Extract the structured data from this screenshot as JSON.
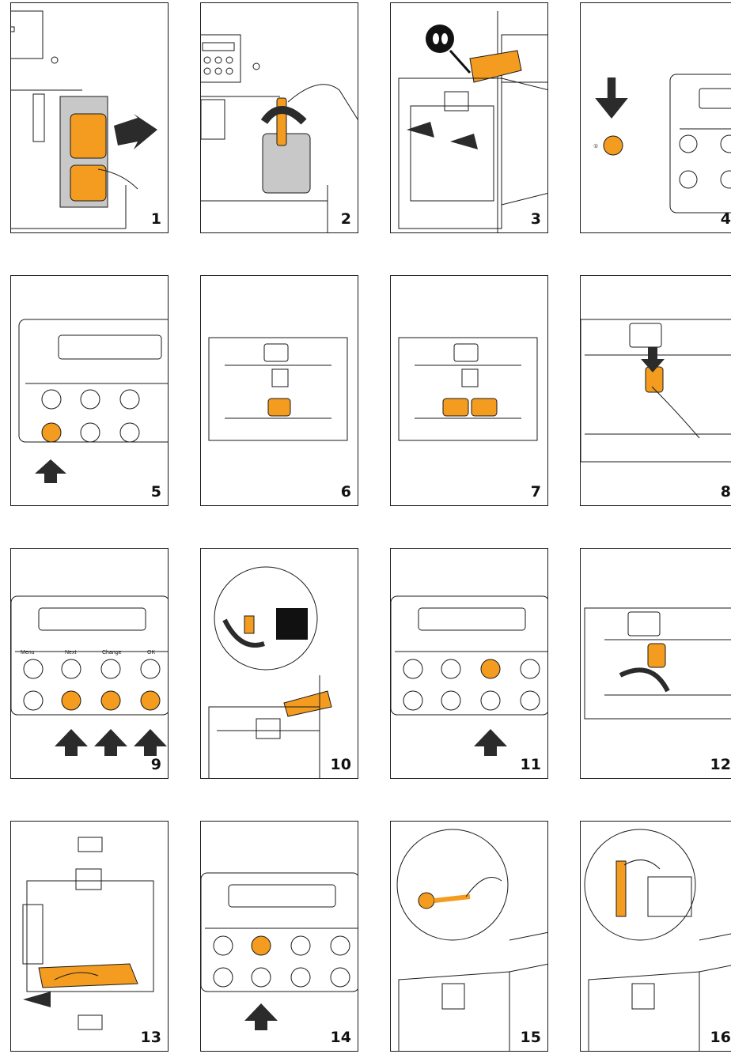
{
  "colors": {
    "accent": "#f39c1f",
    "line": "#1a1a1a",
    "grey": "#c8c8c8",
    "arrow": "#2b2b2b"
  },
  "steps": [
    {
      "number": "1"
    },
    {
      "number": "2"
    },
    {
      "number": "3"
    },
    {
      "number": "4"
    },
    {
      "number": "5"
    },
    {
      "number": "6"
    },
    {
      "number": "7"
    },
    {
      "number": "8"
    },
    {
      "number": "9"
    },
    {
      "number": "10"
    },
    {
      "number": "11"
    },
    {
      "number": "12"
    },
    {
      "number": "13"
    },
    {
      "number": "14"
    },
    {
      "number": "15"
    },
    {
      "number": "16"
    }
  ],
  "panel_labels": {
    "menu": "Menu",
    "next": "Next",
    "change": "Change",
    "ok": "OK"
  }
}
